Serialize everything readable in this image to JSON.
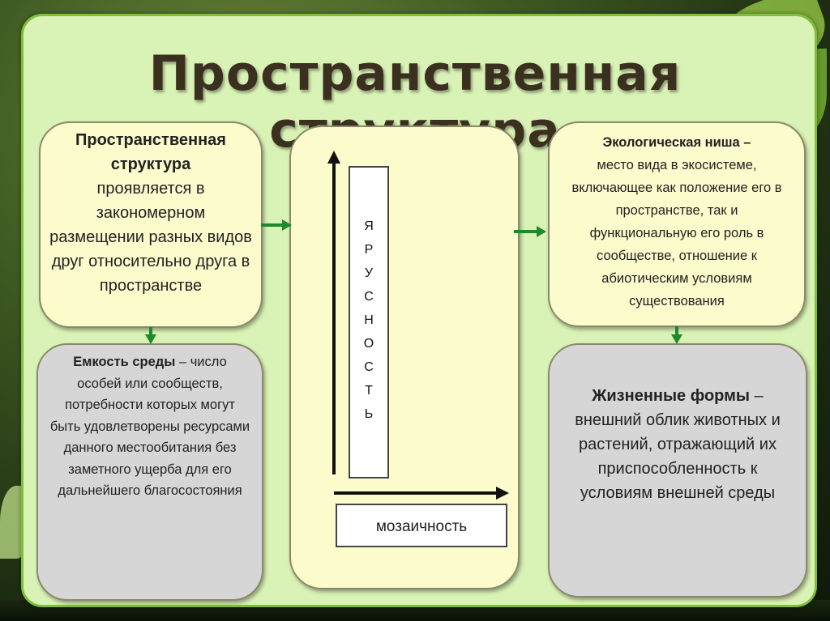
{
  "title": "Пространственная структура",
  "top_left": {
    "bold": "Пространственная структура",
    "text": "проявляется в закономерном размещении разных видов друг относительно друга в пространстве"
  },
  "bottom_left": {
    "bold": "Емкость среды",
    "text": " – число особей или сообществ, потребности которых могут быть удовлетворены ресурсами данного местообитания без заметного ущерба для его дальнейшего благосостояния"
  },
  "center": {
    "vertical_label": [
      "Я",
      "Р",
      "У",
      "С",
      "Н",
      "О",
      "С",
      "Т",
      "Ь"
    ],
    "horizontal_label": "мозаичность"
  },
  "top_right": {
    "bold": "Экологическая ниша –",
    "text": "место вида в экосистеме, включающее как положение его в пространстве, так и функциональную его роль в сообществе, отношение к абиотическим условиям существования"
  },
  "bottom_right": {
    "bold": "Жизненные формы",
    "text": " – внешний облик животных и растений, отражающий их приспособленность к условиям внешней среды"
  },
  "colors": {
    "slide_bg": "#d9f2b5",
    "slide_border": "#7fbf3a",
    "yellow_box": "#fcfbcc",
    "grey_box": "#d6d6d6",
    "arrow_green": "#1e8a2c"
  }
}
